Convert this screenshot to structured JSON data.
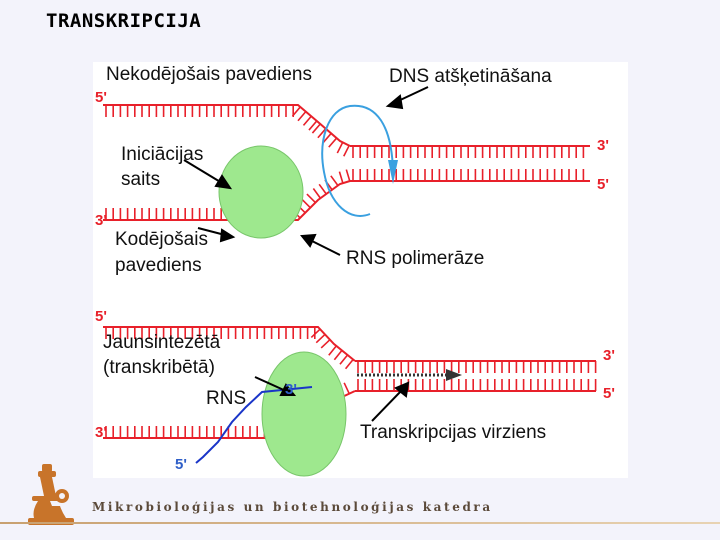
{
  "slide": {
    "title": "TRANSKRIPCIJA",
    "footer": "Mikrobioloģijas un biotehnoloģijas katedra"
  },
  "diagram": {
    "labels": {
      "noncoding": "Nekodējošais pavediens",
      "unwinding": "DNS atšķetināšana",
      "initiation_1": "Iniciācijas",
      "initiation_2": "saits",
      "coding_1": "Kodējošais",
      "coding_2": "pavediens",
      "polymerase": "RNS polimerāze",
      "new_rna_1": "Jaunsintezētā",
      "new_rna_2": "(transkribētā)",
      "new_rna_3": "RNS",
      "direction": "Transkripcijas virziens"
    },
    "ends": {
      "top_upper_left": "5'",
      "top_lower_left": "3'",
      "top_upper_right": "3'",
      "top_lower_right": "5'",
      "bot_upper_left": "5'",
      "bot_lower_left": "3'",
      "bot_upper_right": "3'",
      "bot_lower_right": "5'",
      "rna_3prime": "3'",
      "rna_5prime": "5'"
    },
    "colors": {
      "dna": "#e8202a",
      "polymerase": "#9ee88e",
      "unwind_arrow": "#3aa0e0",
      "rna": "#1a35c8",
      "end_label": "#e8202a",
      "rna_label": "#2f5fc8"
    }
  }
}
